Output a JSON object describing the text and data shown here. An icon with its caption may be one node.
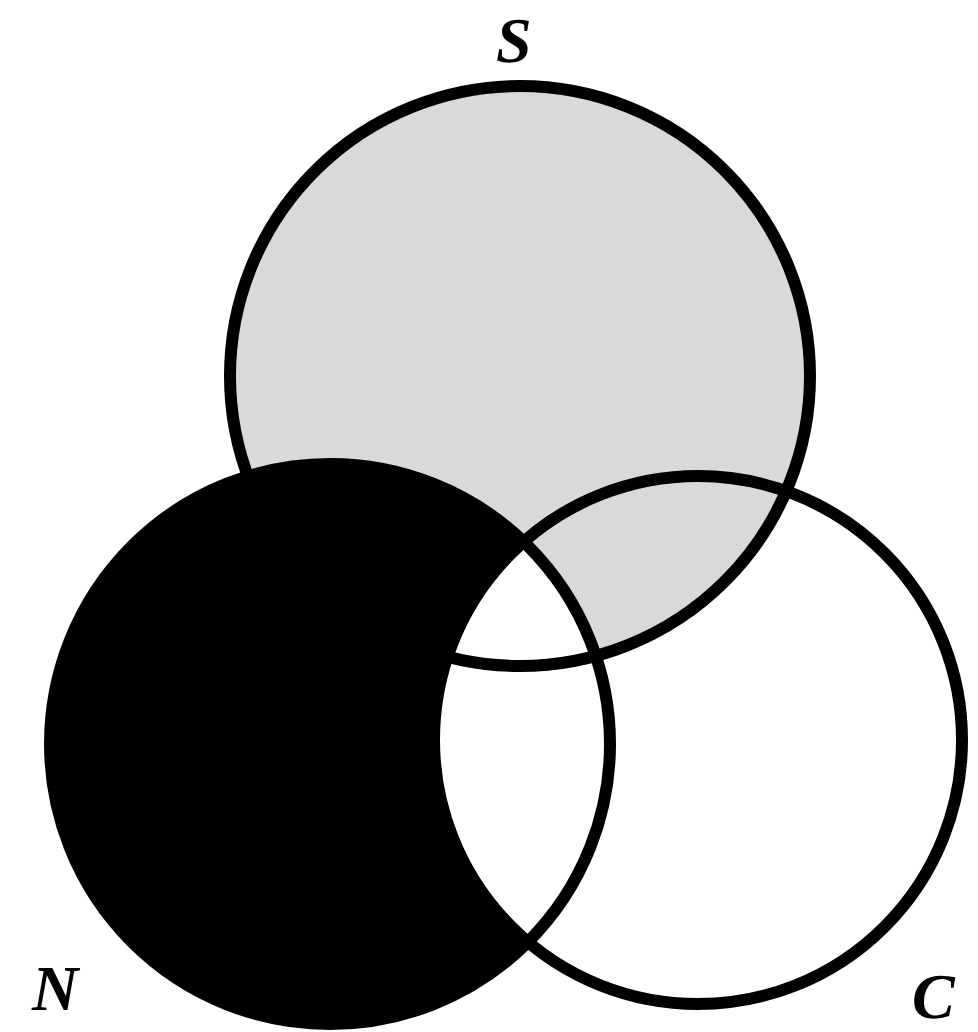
{
  "diagram": {
    "nodes": [
      {
        "text": [
          "S"
        ]
      },
      {
        "text": [
          "N"
        ]
      },
      {
        "text": [
          "C"
        ]
      }
    ],
    "edges": []
  }
}
